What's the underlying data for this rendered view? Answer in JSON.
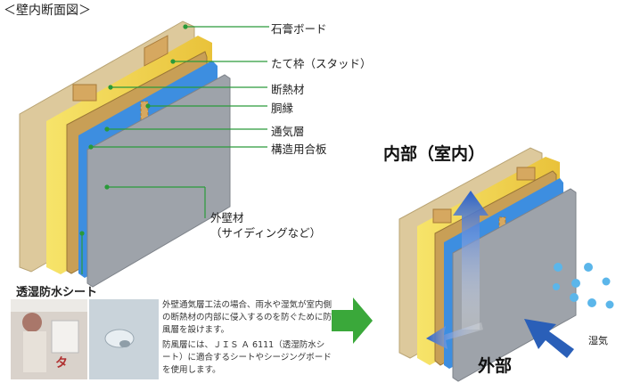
{
  "title": "＜壁内断面図＞",
  "labels": {
    "gypsum": "石膏ボード",
    "stud": "たて枠（スタッド）",
    "insulation": "断熱材",
    "furring": "胴縁",
    "air_layer": "通気層",
    "sheathing": "構造用合板",
    "exterior_line1": "外壁材",
    "exterior_line2": "（サイディングなど）"
  },
  "membrane": {
    "heading": "透湿防水シート",
    "desc1": "外壁通気層工法の場合、雨水や湿気が室内側の断熱材の内部に侵入するのを防ぐために防風層を設けます。",
    "desc2": "防風層には、ＪＩＳ Ａ 6111（透湿防水シート）に適合するシートやシージングボードを使用します。"
  },
  "diagram2": {
    "inside": "内部（室内）",
    "outside": "外部",
    "humidity": "湿気"
  },
  "colors": {
    "gypsum": "#dcc89a",
    "insulation": "#f2d64a",
    "plywood": "#c9a15a",
    "sheet_blue": "#3d8ee0",
    "siding": "#9ea3aa",
    "leader": "#2a9a3a",
    "arrow_green": "#3aa83a",
    "arrow_blue": "#2a5fb8"
  }
}
